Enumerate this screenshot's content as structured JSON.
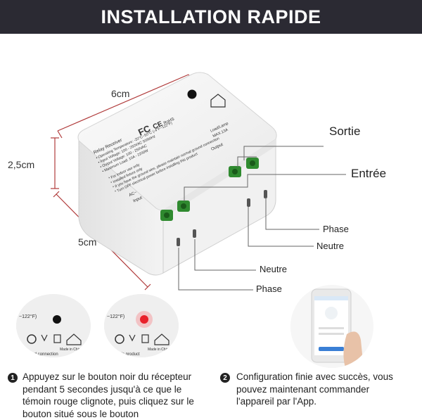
{
  "banner": {
    "title": "INSTALLATION RAPIDE"
  },
  "dimensions": {
    "width": "6cm",
    "height": "2,5cm",
    "depth": "5cm"
  },
  "labels": {
    "sortie": "Sortie",
    "entree": "Entrée",
    "phase_output": "Phase",
    "neutre_output": "Neutre",
    "neutre_input": "Neutre",
    "phase_input": "Phase"
  },
  "device": {
    "title": "Relay Receiver",
    "spec_lines": [
      "• Operating Temperature: -20°C~50°C (-4°F~122°F)",
      "• Input Voltage: 100 - 250VAC 50/60Hz",
      "• Output Voltage: 100 - 250VAC",
      "• Maximum Load: 10A - 2200W"
    ],
    "notes": [
      "* For indoor use only",
      "* Installed fixture only",
      "* if you have the ground wire, please maintain normal ground connection",
      "* Turn OFF electrical power before installing this product"
    ],
    "output_label": "Output",
    "load_label": "Load/Lamp",
    "max_label": "MAX.13A",
    "input_label": "Input",
    "ac_label": "AC~",
    "cert_fc": "FC",
    "cert_ce": "CE",
    "cert_rohs": "RoHS"
  },
  "detail_photos": {
    "temp_text": "~122°F)",
    "made_in": "Made in China",
    "ground_text": "al ground connection",
    "install_text": "alling this product"
  },
  "steps": [
    {
      "number": "1",
      "text": "Appuyez sur le bouton noir du récepteur pendant 5 secondes jusqu'à ce que le témoin rouge clignote, puis cliquez sur le bouton situé sous le bouton"
    },
    {
      "number": "2",
      "text": "Configuration finie avec succès, vous pouvez maintenant commander l'appareil par l'App."
    }
  ],
  "colors": {
    "banner_bg": "#2b2a33",
    "dimension_line": "#b03a3a",
    "terminal_green": "#2f8a2f",
    "led_red": "#e8202a"
  }
}
